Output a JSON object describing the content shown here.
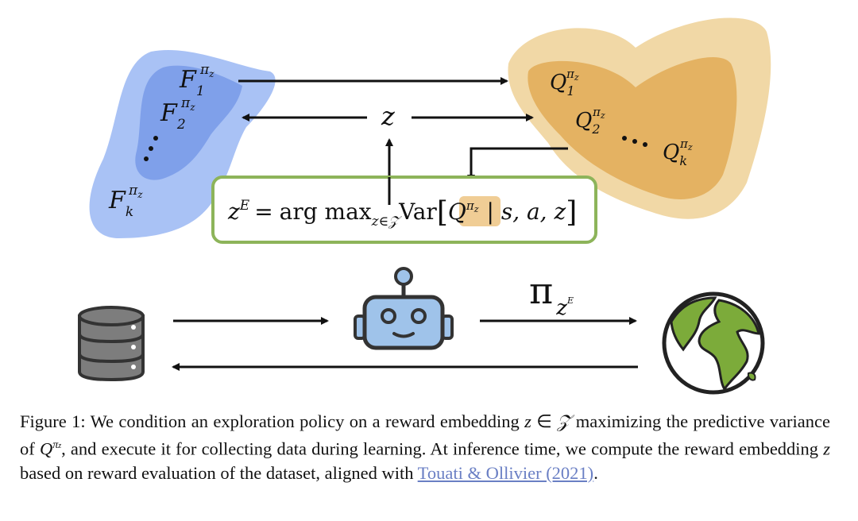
{
  "diagram": {
    "f_labels": [
      "F",
      "F",
      "F"
    ],
    "f_subs": [
      "1",
      "2",
      "k"
    ],
    "q_labels": [
      "Q",
      "Q",
      "Q"
    ],
    "q_subs": [
      "1",
      "2",
      "k"
    ],
    "pi_sup": "π",
    "z_sup": "z",
    "ellipsis": "⋯",
    "z_center": "z",
    "equation": {
      "lhs": "z",
      "lhs_sup": "E",
      "equals": "=",
      "argmax": "arg max",
      "sub": "z∈𝒵",
      "var": "Var",
      "q": "Q",
      "cond": "| s, a, z",
      "open": "[",
      "close": "]"
    },
    "policy": {
      "pi": "π",
      "z": "z",
      "e": "E"
    },
    "colors": {
      "blue_outer": "#a9c2f5",
      "blue_inner": "#7fa0ea",
      "orange_outer": "#f1d8a6",
      "orange_inner": "#e4b262",
      "box_border": "#8db45a",
      "highlight": "#f0cd95",
      "robot": "#9fc3ea",
      "globe_land": "#7cab3a"
    },
    "icons": [
      "database-icon",
      "robot-icon",
      "globe-icon"
    ]
  },
  "caption": {
    "prefix": "Figure 1:",
    "part1": " We condition an exploration policy on a reward embedding ",
    "z1": "z",
    "in": " ∈ ",
    "Z": "𝒵",
    "part2": " maximizing the predictive variance of ",
    "Q": "Q",
    "pi": "π",
    "z_sub": "z",
    "part3": ", and execute it for collecting data during learning. At inference time, we compute the reward embedding ",
    "z2": "z",
    "part4": " based on reward evaluation of the dataset, aligned with ",
    "cite_text": "Touati & Ollivier (2021)",
    "end": "."
  }
}
